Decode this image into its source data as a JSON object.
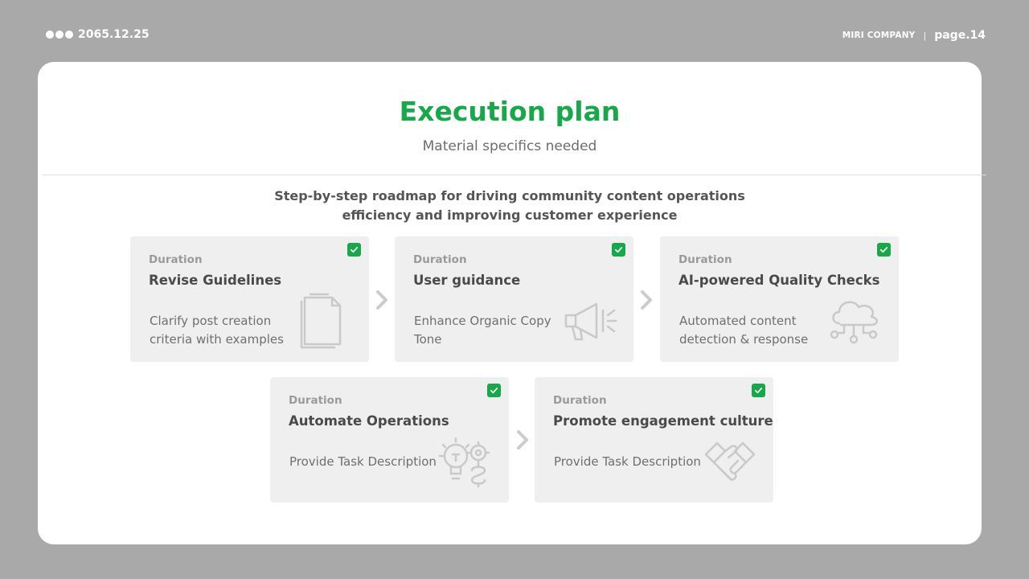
{
  "header": {
    "date": "2065.12.25",
    "company": "MIRI COMPANY",
    "separator": "|",
    "page": "page.14"
  },
  "slide": {
    "title": "Execution plan",
    "subtitle": "Material specifics needed",
    "roadmap_line1": "Step-by-step roadmap for driving community content operations",
    "roadmap_line2": "efficiency and improving customer experience"
  },
  "steps": [
    {
      "duration": "Duration",
      "title": "Revise Guidelines",
      "desc": "Clarify post creation criteria with examples",
      "icon": "document-icon"
    },
    {
      "duration": "Duration",
      "title": "User guidance",
      "desc": "Enhance Organic Copy Tone",
      "icon": "megaphone-icon"
    },
    {
      "duration": "Duration",
      "title": "AI-powered Quality Checks",
      "desc": "Automated content detection & response",
      "icon": "cloud-network-icon"
    },
    {
      "duration": "Duration",
      "title": "Automate Operations",
      "desc": "Provide Task Description",
      "icon": "idea-gears-icon"
    },
    {
      "duration": "Duration",
      "title": "Promote engagement culture",
      "desc": "Provide Task Description",
      "icon": "handshake-icon"
    }
  ],
  "colors": {
    "accent": "#17a84a",
    "background": "#a9a9a9",
    "card": "#efefef"
  }
}
